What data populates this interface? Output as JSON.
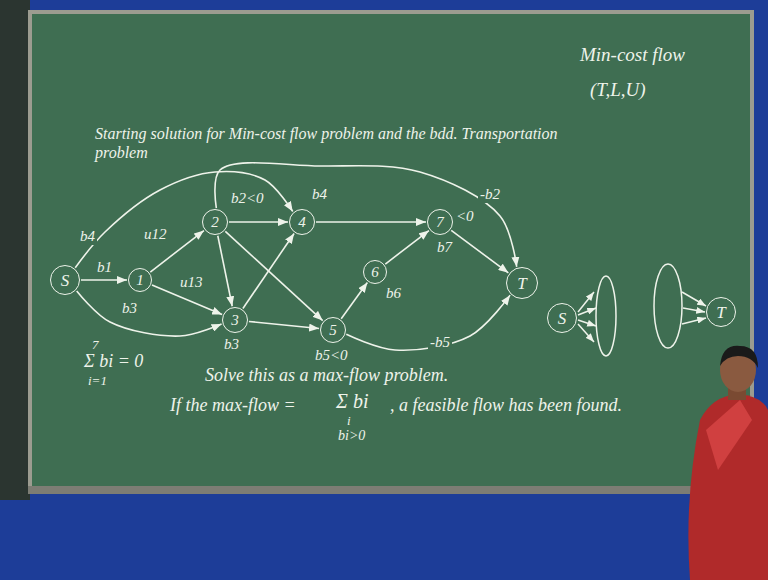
{
  "diagram": {
    "title": "Starting solution for Min-cost flow problem and the bdd. Transportation problem",
    "nodes": [
      {
        "text": [
          "S"
        ]
      },
      {
        "text": [
          "1"
        ]
      },
      {
        "text": [
          "2"
        ]
      },
      {
        "text": [
          "3"
        ]
      },
      {
        "text": [
          "4"
        ]
      },
      {
        "text": [
          "5"
        ]
      },
      {
        "text": [
          "6"
        ]
      },
      {
        "text": [
          "7"
        ]
      },
      {
        "text": [
          "T"
        ]
      },
      {
        "text": [
          "S"
        ]
      },
      {
        "text": [
          "T"
        ]
      }
    ],
    "edges": [
      {
        "from": 0,
        "to": 1,
        "arrow": "to",
        "label": "b1"
      },
      {
        "from": 0,
        "to": 4,
        "arrow": "to",
        "label": "b4"
      },
      {
        "from": 0,
        "to": 3,
        "arrow": "to",
        "label": "b3"
      },
      {
        "from": 1,
        "to": 2,
        "arrow": "to",
        "label": "u12"
      },
      {
        "from": 1,
        "to": 3,
        "arrow": "to",
        "label": "u13"
      },
      {
        "from": 2,
        "to": 4,
        "arrow": "to"
      },
      {
        "from": 2,
        "to": 3,
        "arrow": "to"
      },
      {
        "from": 2,
        "to": 5,
        "arrow": "to"
      },
      {
        "from": 3,
        "to": 4,
        "arrow": "to"
      },
      {
        "from": 3,
        "to": 5,
        "arrow": "to"
      },
      {
        "from": 4,
        "to": 7,
        "arrow": "to"
      },
      {
        "from": 5,
        "to": 6,
        "arrow": "to"
      },
      {
        "from": 6,
        "to": 7,
        "arrow": "to"
      },
      {
        "from": 7,
        "to": 8,
        "arrow": "to"
      },
      {
        "from": 2,
        "to": 8,
        "arrow": "to",
        "label": "-b2"
      },
      {
        "from": 5,
        "to": 8,
        "arrow": "to",
        "label": "-b5"
      }
    ],
    "labels": [
      "b2<0",
      "b4",
      "<0",
      "b7",
      "b6",
      "b3",
      "b5<0",
      "7",
      "Σ bi = 0",
      "i=1",
      "Solve this as a max-flow problem.",
      "If the max-flow =",
      "Σ bi",
      "i",
      "bi>0",
      ", a feasible flow has been found.",
      "Min-cost flow",
      "(T,L,U)"
    ]
  }
}
